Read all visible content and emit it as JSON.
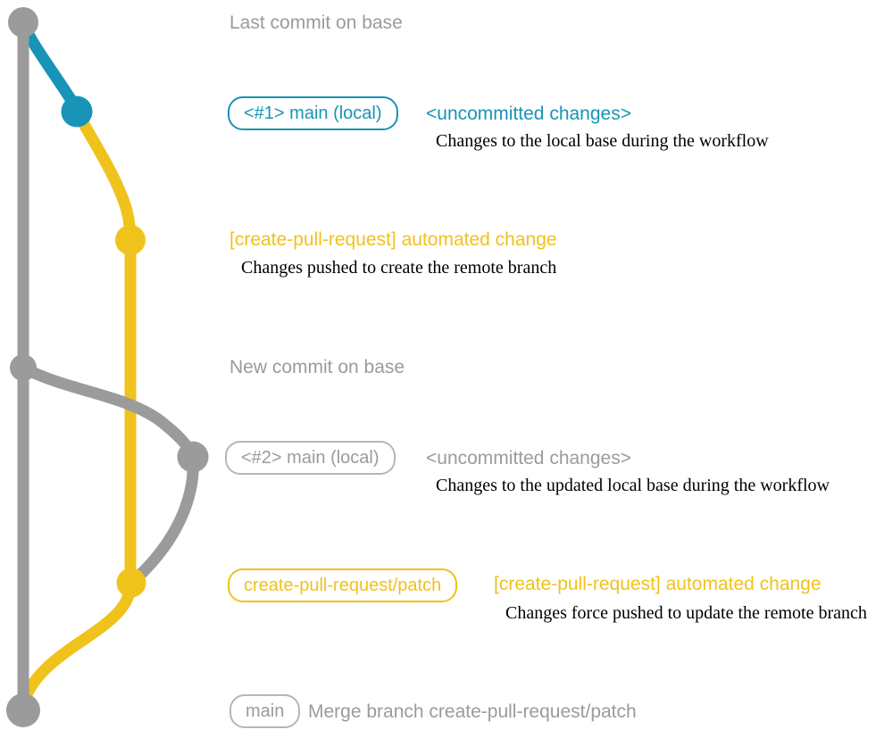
{
  "colors": {
    "base_branch_gray": "#9b9b9b",
    "local_main_blue": "#1794b8",
    "remote_branch_yellow": "#f0c21c",
    "description_black": "#000000"
  },
  "graph": {
    "commits": [
      {
        "name": "last-commit-on-base",
        "color": "gray"
      },
      {
        "name": "local-main-uncommitted-1",
        "color": "blue"
      },
      {
        "name": "automated-change-commit-1",
        "color": "yellow"
      },
      {
        "name": "new-commit-on-base",
        "color": "gray"
      },
      {
        "name": "local-main-uncommitted-2",
        "color": "gray"
      },
      {
        "name": "automated-change-commit-2",
        "color": "yellow"
      },
      {
        "name": "merge-commit",
        "color": "gray"
      }
    ]
  },
  "rows": {
    "last_commit": {
      "text": "Last commit on base"
    },
    "r1": {
      "badge": "<#1> main (local)",
      "label": "<uncommitted changes>",
      "desc": "Changes to the local base during the workflow"
    },
    "r2": {
      "label": "[create-pull-request] automated change",
      "desc": "Changes pushed to create the remote branch"
    },
    "new_commit": {
      "text": "New commit on base"
    },
    "r3": {
      "badge": "<#2> main (local)",
      "label": "<uncommitted changes>",
      "desc": "Changes to the updated local base during the workflow"
    },
    "r4": {
      "badge": "create-pull-request/patch",
      "label": "[create-pull-request] automated change",
      "desc": "Changes force pushed to update the remote branch"
    },
    "r5": {
      "badge": "main",
      "label": "Merge branch create-pull-request/patch"
    }
  }
}
